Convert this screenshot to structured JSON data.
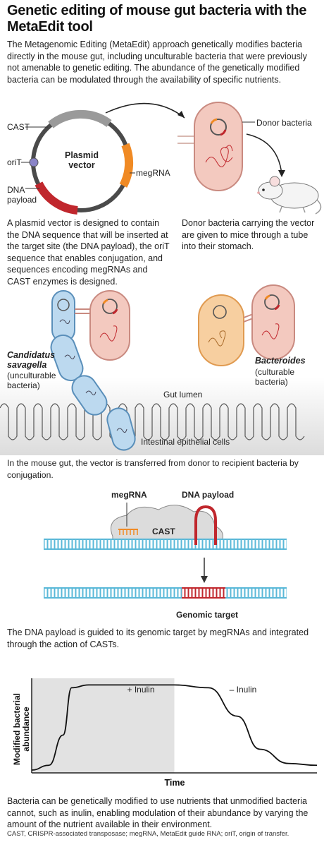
{
  "title": "Genetic editing of mouse gut bacteria with the MetaEdit tool",
  "intro": "The Metagenomic Editing (MetaEdit) approach genetically modifies bacteria directly in the mouse gut, including unculturable bacteria that were previously not amenable to genetic editing. The abundance of the genetically modified bacteria can be modulated through the availability of specific nutrients.",
  "panel1": {
    "plasmid_label": "Plasmid vector",
    "cast": "CAST",
    "orit": "oriT",
    "dna_payload": "DNA payload",
    "megrna": "megRNA",
    "donor_bacteria": "Donor bacteria",
    "caption_left": "A plasmid vector is designed to contain the DNA sequence that will be inserted at the target site (the DNA payload), the oriT sequence that enables conjugation, and sequences encoding megRNAs and CAST enzymes is designed.",
    "caption_right": "Donor bacteria carrying the vector are given to mice through a tube into their stomach."
  },
  "panel2": {
    "candidatus_name": "Candidatus savagella",
    "candidatus_note": "(unculturable bacteria)",
    "bacteroides_name": "Bacteroides",
    "bacteroides_note": "(culturable bacteria)",
    "gut_lumen": "Gut lumen",
    "epithelial": "Intestinal epithelial cells",
    "caption": "In the mouse gut, the vector is transferred from donor to recipient bacteria by conjugation."
  },
  "panel3": {
    "megrna": "megRNA",
    "dna_payload": "DNA payload",
    "cast": "CAST",
    "genomic_target": "Genomic target",
    "caption": "The DNA payload is guided to its genomic target by megRNAs and integrated through the action of CASTs."
  },
  "chart_data": {
    "type": "line",
    "ylabel": "Modified bacterial abundance",
    "xlabel": "Time",
    "regions": [
      {
        "label": "+ Inulin",
        "shaded": true,
        "color": "#e2e2e2"
      },
      {
        "label": "– Inulin",
        "shaded": false
      }
    ],
    "series": [
      {
        "x": [
          0,
          0.06,
          0.11,
          0.14,
          0.2,
          0.5,
          0.62,
          0.72,
          0.8,
          0.9,
          1.0
        ],
        "y": [
          0.03,
          0.08,
          0.4,
          0.9,
          0.93,
          0.93,
          0.9,
          0.6,
          0.25,
          0.1,
          0.08
        ]
      }
    ],
    "shade_end_x": 0.5,
    "caption": "Bacteria can be genetically modified to use nutrients that unmodified bacteria cannot, such as inulin, enabling modulation of their abundance by varying the amount of the nutrient available in their environment."
  },
  "footnote": "CAST, CRISPR-associated transposase; megRNA, MetaEdit guide RNA; oriT, origin of transfer.",
  "colors": {
    "plasmid_gray": "#9a9a9a",
    "payload_red": "#c0272d",
    "megrna_orange": "#f08a24",
    "orit_purple": "#8a84c8",
    "donor_fill": "#f3c9bf",
    "donor_stroke": "#c98a80",
    "savagella_fill": "#bcd9ef",
    "savagella_stroke": "#5a8fba",
    "bacteroides_fill": "#f7cfa0",
    "dna_blue": "#5ab8d8",
    "shade": "#e2e2e2"
  }
}
